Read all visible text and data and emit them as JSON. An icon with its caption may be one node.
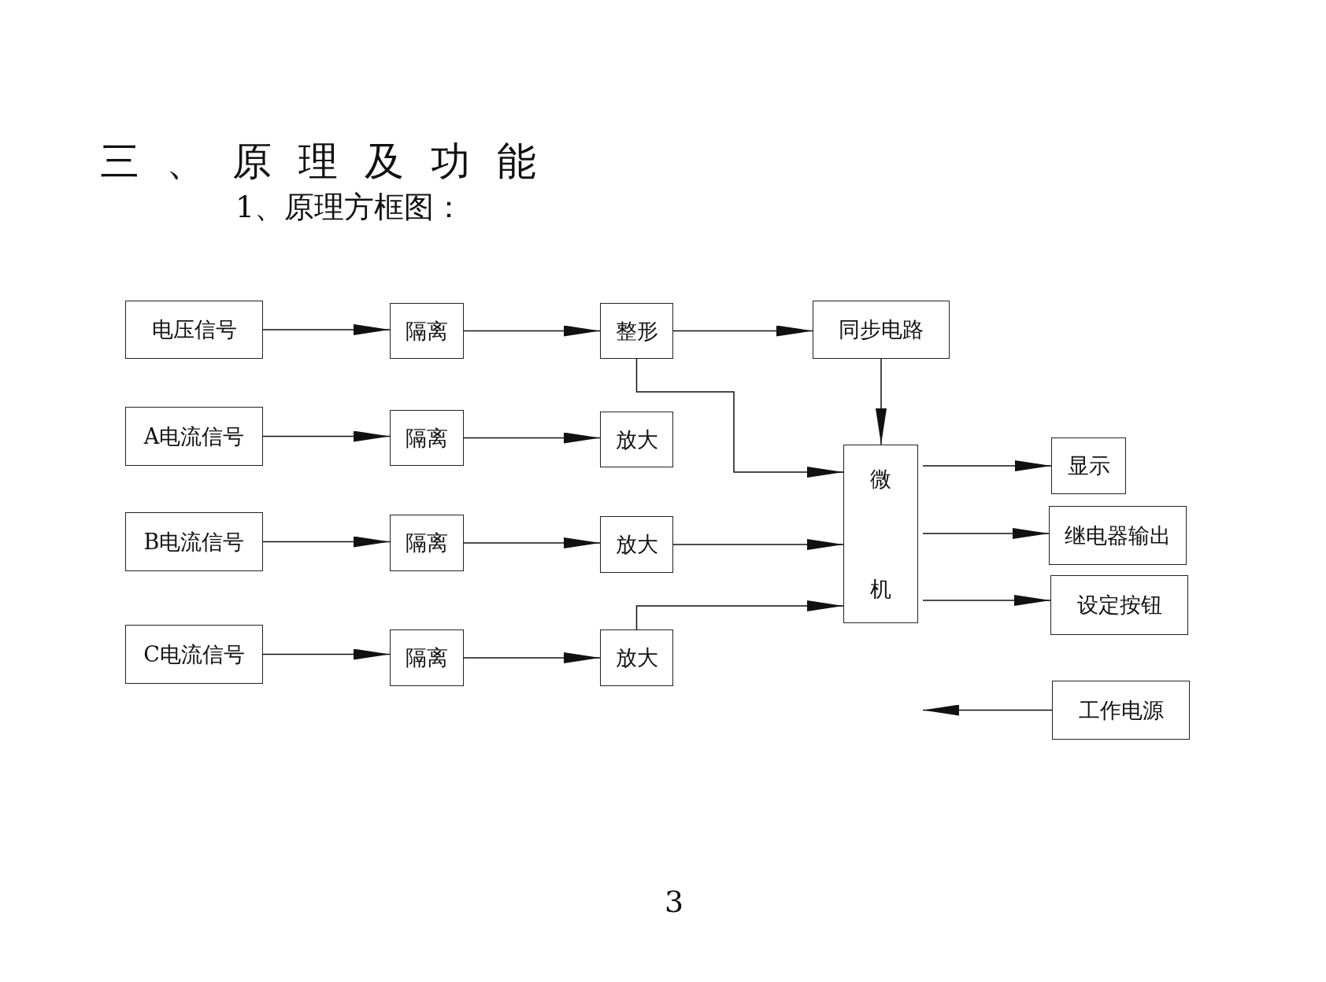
{
  "diagram": {
    "title": "三、原理及功能",
    "nodes": [
      {
        "text": [
          "电压信号"
        ]
      },
      {
        "text": [
          "隔离"
        ]
      },
      {
        "text": [
          "整形"
        ]
      },
      {
        "text": [
          "同步电路"
        ]
      },
      {
        "text": [
          "A电流信号"
        ]
      },
      {
        "text": [
          "隔离"
        ]
      },
      {
        "text": [
          "放大"
        ]
      },
      {
        "text": [
          "微机"
        ]
      },
      {
        "text": [
          "显示"
        ]
      },
      {
        "text": [
          "B电流信号"
        ]
      },
      {
        "text": [
          "隔离"
        ]
      },
      {
        "text": [
          "放大"
        ]
      },
      {
        "text": [
          "继电器输出"
        ]
      },
      {
        "text": [
          "设定按钮"
        ]
      },
      {
        "text": [
          "C电流信号"
        ]
      },
      {
        "text": [
          "隔离"
        ]
      },
      {
        "text": [
          "放大"
        ]
      },
      {
        "text": [
          "工作电源"
        ]
      }
    ],
    "edges": [
      {
        "from": 0,
        "to": 1,
        "arrow": "to"
      },
      {
        "from": 1,
        "to": 2,
        "arrow": "to"
      },
      {
        "from": 2,
        "to": 3,
        "arrow": "to"
      },
      {
        "from": 3,
        "to": 7,
        "arrow": "to"
      },
      {
        "from": 2,
        "to": 7,
        "arrow": "to"
      },
      {
        "from": 4,
        "to": 5,
        "arrow": "to"
      },
      {
        "from": 5,
        "to": 6,
        "arrow": "to"
      },
      {
        "from": 9,
        "to": 10,
        "arrow": "to"
      },
      {
        "from": 10,
        "to": 11,
        "arrow": "to"
      },
      {
        "from": 11,
        "to": 7,
        "arrow": "to"
      },
      {
        "from": 14,
        "to": 15,
        "arrow": "to"
      },
      {
        "from": 15,
        "to": 16,
        "arrow": "to"
      },
      {
        "from": 16,
        "to": 7,
        "arrow": "to"
      },
      {
        "from": 7,
        "to": 8,
        "arrow": "to"
      },
      {
        "from": 7,
        "to": 12,
        "arrow": "to"
      },
      {
        "from": 7,
        "to": 13,
        "arrow": "to"
      },
      {
        "from": 17,
        "to": null,
        "arrow": "to"
      }
    ],
    "labels": [
      "1、原理方框图：",
      "3"
    ]
  }
}
